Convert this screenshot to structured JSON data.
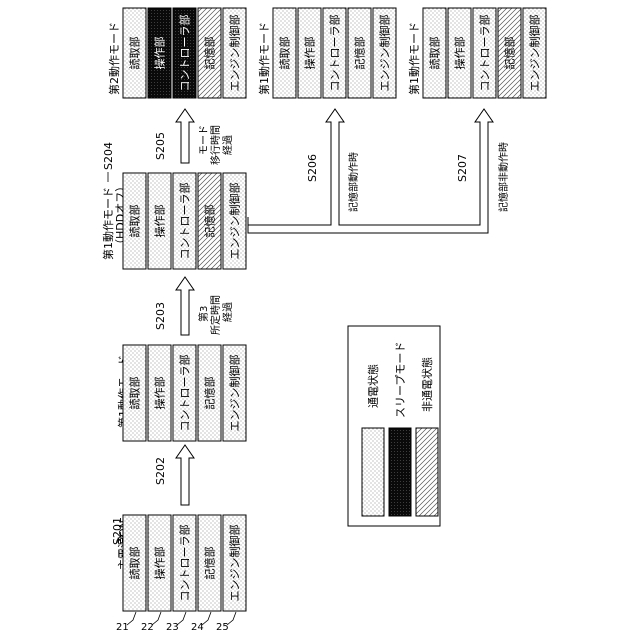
{
  "units": {
    "reader": "読取部",
    "operation": "操作部",
    "controller": "コントローラ部",
    "storage": "記憶部",
    "engine": "エンジン制御部"
  },
  "states": {
    "powered": "通電状態",
    "sleep": "スリープモード",
    "unpowered": "非通電状態"
  },
  "groups": [
    {
      "id": "g1",
      "title": "主電源ON",
      "subtitle": "",
      "state": [
        "powered",
        "powered",
        "powered",
        "powered",
        "powered"
      ]
    },
    {
      "id": "g2",
      "title": "第1動作モード",
      "subtitle": "",
      "state": [
        "powered",
        "powered",
        "powered",
        "powered",
        "powered"
      ]
    },
    {
      "id": "g3",
      "title": "第1動作モード",
      "subtitle": "（HDDオフ）",
      "state": [
        "powered",
        "powered",
        "powered",
        "unpowered",
        "powered"
      ]
    },
    {
      "id": "g4",
      "title": "第2動作モード",
      "subtitle": "",
      "state": [
        "powered",
        "sleep",
        "sleep",
        "unpowered",
        "powered"
      ]
    },
    {
      "id": "g5",
      "title": "第1動作モード",
      "subtitle": "",
      "state": [
        "powered",
        "powered",
        "powered",
        "powered",
        "powered"
      ]
    },
    {
      "id": "g6",
      "title": "第1動作モード",
      "subtitle": "",
      "state": [
        "powered",
        "powered",
        "powered",
        "unpowered",
        "powered"
      ]
    }
  ],
  "refs": {
    "r21": "21",
    "r22": "22",
    "r23": "23",
    "r24": "24",
    "r25": "25"
  },
  "steps": {
    "s201": "S201",
    "s202": "S202",
    "s203": "S203",
    "s204": "S204",
    "s205": "S205",
    "s206": "S206",
    "s207": "S207"
  },
  "conditions": {
    "c203_l1": "第3",
    "c203_l2": "所定時間",
    "c203_l3": "経過",
    "c205_l1": "モード",
    "c205_l2": "移行時間",
    "c205_l3": "経過",
    "c206": "記憶部動作時",
    "c207": "記憶部非動作時"
  }
}
